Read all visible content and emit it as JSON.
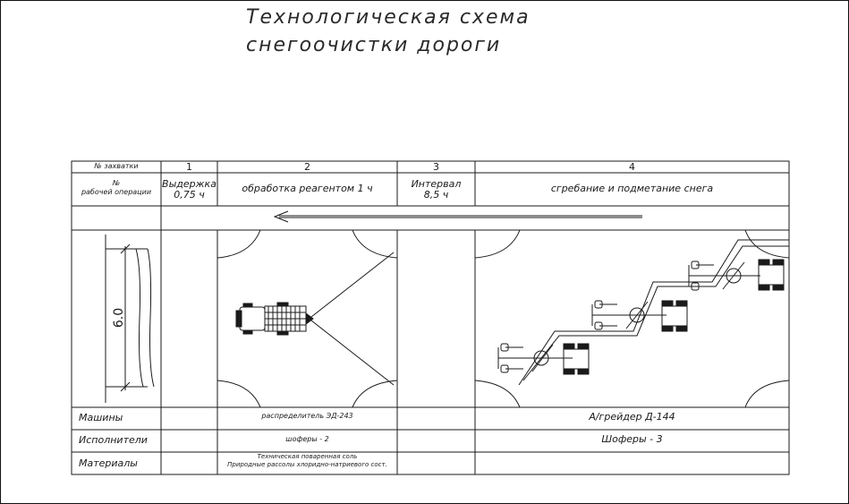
{
  "title": {
    "line1": "Технологическая схема",
    "line2": "снегоочистки дороги"
  },
  "table": {
    "row_headers": {
      "zahvatka": "№ захватки",
      "operation": "№\nрабочей операции",
      "machines": "Машины",
      "performers": "Исполнители",
      "materials": "Материалы"
    },
    "columns": [
      "1",
      "2",
      "3",
      "4"
    ],
    "operations": {
      "col1": "Выдержка\n0,75 ч",
      "col2": "обработка реагентом 1 ч",
      "col3": "Интервал\n8,5 ч",
      "col4": "сгребание и подметание снега"
    },
    "machines": {
      "col2": "распределитель ЭД-243",
      "col4": "А/грейдер Д-144"
    },
    "performers": {
      "col2": "шоферы - 2",
      "col4": "Шоферы - 3"
    },
    "materials": {
      "col2_line1": "Техническая поваренная соль",
      "col2_line2": "Природные рассолы хлоридно-натриевого сост."
    }
  },
  "road_width_label": "6.0",
  "colors": {
    "line": "#1a1a1a",
    "paper": "#ffffff"
  }
}
